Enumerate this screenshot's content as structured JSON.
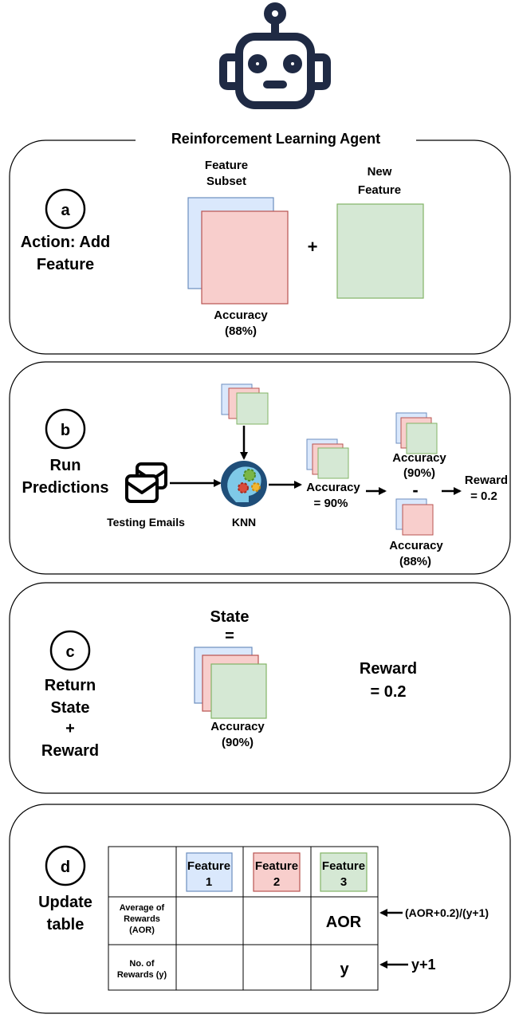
{
  "agent": {
    "title": "Reinforcement Learning Agent",
    "icon": "robot-icon"
  },
  "panel_a": {
    "letter": "a",
    "caption": [
      "Action: Add",
      "Feature"
    ],
    "subset_label": [
      "Feature",
      "Subset"
    ],
    "new_feature_label": [
      "New",
      "Feature"
    ],
    "plus": "+",
    "accuracy_label": [
      "Accuracy",
      "(88%)"
    ]
  },
  "panel_b": {
    "letter": "b",
    "caption": [
      "Run",
      "Predictions"
    ],
    "emails_label": "Testing Emails",
    "emails_icon": "envelopes-icon",
    "knn_label": "KNN",
    "knn_icon": "brain-gears-icon",
    "accuracy_new": [
      "Accuracy",
      "= 90%"
    ],
    "accuracy_90": [
      "Accuracy",
      "(90%)"
    ],
    "minus": "-",
    "accuracy_88": [
      "Accuracy",
      "(88%)"
    ],
    "reward": [
      "Reward",
      "= 0.2"
    ]
  },
  "panel_c": {
    "letter": "c",
    "caption": [
      "Return",
      "State",
      "+",
      "Reward"
    ],
    "state_label": [
      "State",
      "="
    ],
    "accuracy": [
      "Accuracy",
      "(90%)"
    ],
    "reward": [
      "Reward",
      "= 0.2"
    ]
  },
  "panel_d": {
    "letter": "d",
    "caption": [
      "Update",
      "table"
    ],
    "columns": [
      {
        "label": [
          "Feature",
          "1"
        ],
        "color": "#dae8fc",
        "border": "#6c8ebf"
      },
      {
        "label": [
          "Feature",
          "2"
        ],
        "color": "#f8cecc",
        "border": "#b85450"
      },
      {
        "label": [
          "Feature",
          "3"
        ],
        "color": "#d5e8d4",
        "border": "#82b366"
      }
    ],
    "rows": [
      {
        "label": [
          "Average of",
          "Rewards",
          "(AOR)"
        ],
        "value": "AOR",
        "update": "(AOR+0.2)/(y+1)"
      },
      {
        "label": [
          "No. of",
          "Rewards (y)"
        ],
        "value": "y",
        "update": "y+1"
      }
    ]
  },
  "colors": {
    "blue_fill": "#dae8fc",
    "blue_stroke": "#6c8ebf",
    "red_fill": "#f8cecc",
    "red_stroke": "#b85450",
    "green_fill": "#d5e8d4",
    "green_stroke": "#82b366",
    "robot_stroke": "#1f2a44"
  }
}
